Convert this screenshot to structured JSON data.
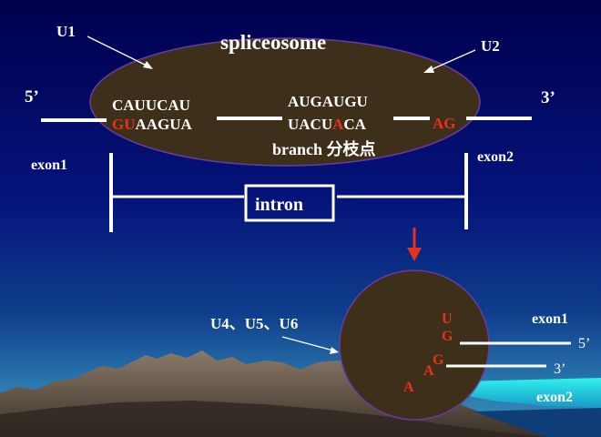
{
  "top": {
    "u1": "U1",
    "u2": "U2",
    "spliceosome": "spliceosome",
    "five_prime": "5’",
    "three_prime": "3’",
    "seq_top_left": "CAUUCAU",
    "seq_bottom_left_red": "GU",
    "seq_bottom_left_rest": "AAGUA",
    "seq_top_mid": "AUGAUGU",
    "seq_bottom_mid_a": "UACU",
    "seq_bottom_mid_red": "A",
    "seq_bottom_mid_b": "CA",
    "seq_right_red": "AG",
    "branch": "branch 分枝点",
    "exon1": "exon1",
    "exon2": "exon2",
    "intron": "intron"
  },
  "bottom": {
    "u456": "U4、U5、U6",
    "u": "U",
    "g1": "G",
    "g2": "G",
    "a1": "A",
    "a2": "A",
    "exon1": "exon1",
    "exon2": "exon2",
    "five_prime": "5’",
    "three_prime": "3’"
  },
  "colors": {
    "bg_top": "#00005a",
    "bg_mid": "#1f5fa0",
    "blob": "#3e2f1a",
    "blob_border": "#6a3aa0",
    "red": "#e8321e",
    "white": "#ffffff",
    "cyan": "#33f0ea"
  }
}
